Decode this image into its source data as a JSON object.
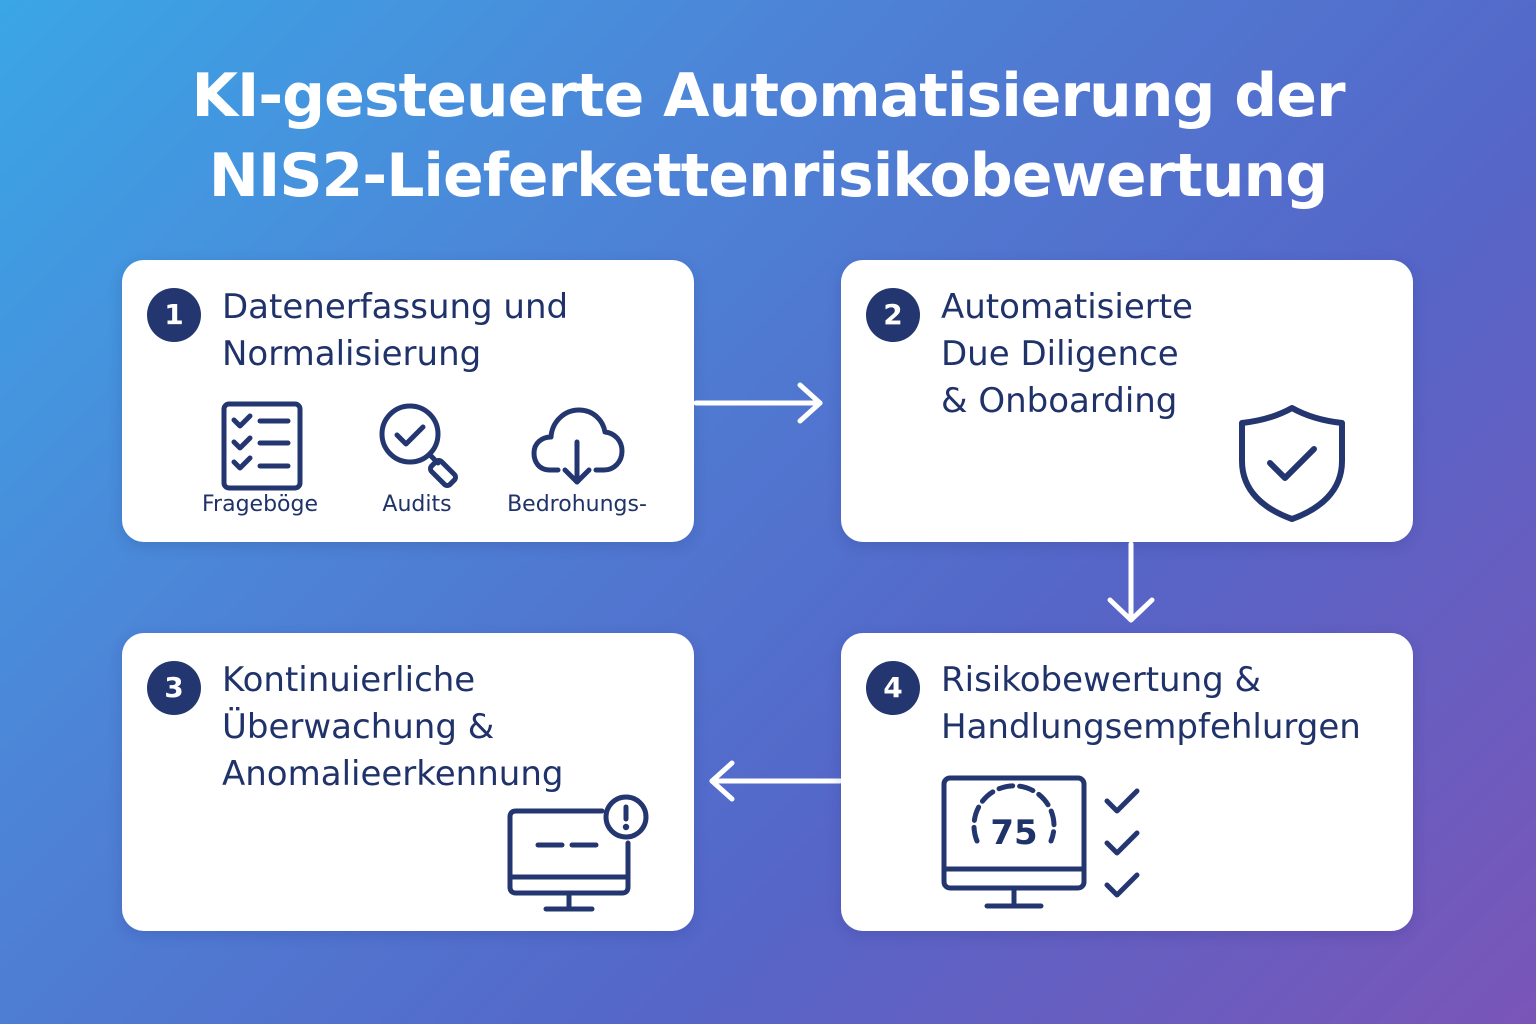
{
  "title": {
    "line1": "KI-gesteuerte Automatisierung der",
    "line2": "NIS2-Lieferkettenrisikobewertung"
  },
  "steps": [
    {
      "number": "1",
      "heading": [
        "Datenerfassung und",
        "Normalisierung"
      ],
      "sources": [
        {
          "label": "Frageböge",
          "icon": "checklist-icon"
        },
        {
          "label": "Audits",
          "icon": "magnifier-check-icon"
        },
        {
          "label": "Bedrohungs-",
          "icon": "cloud-download-icon"
        }
      ]
    },
    {
      "number": "2",
      "heading": [
        "Automatisierte",
        "Due Diligence",
        "& Onboarding"
      ],
      "icon": "shield-check-icon"
    },
    {
      "number": "3",
      "heading": [
        "Kontinuierliche",
        "Überwachung &",
        "Anomalieerkennung"
      ],
      "icon": "monitor-alert-icon"
    },
    {
      "number": "4",
      "heading": [
        "Risikobewertung &",
        "Handlungsempfehlurgen"
      ],
      "score": "75",
      "icon": "monitor-gauge-icon"
    }
  ],
  "colors": {
    "accent": "#233670",
    "text": "#1f3269",
    "card": "#ffffff",
    "gradient_start": "#3aa6e6",
    "gradient_end": "#7a55b8"
  }
}
